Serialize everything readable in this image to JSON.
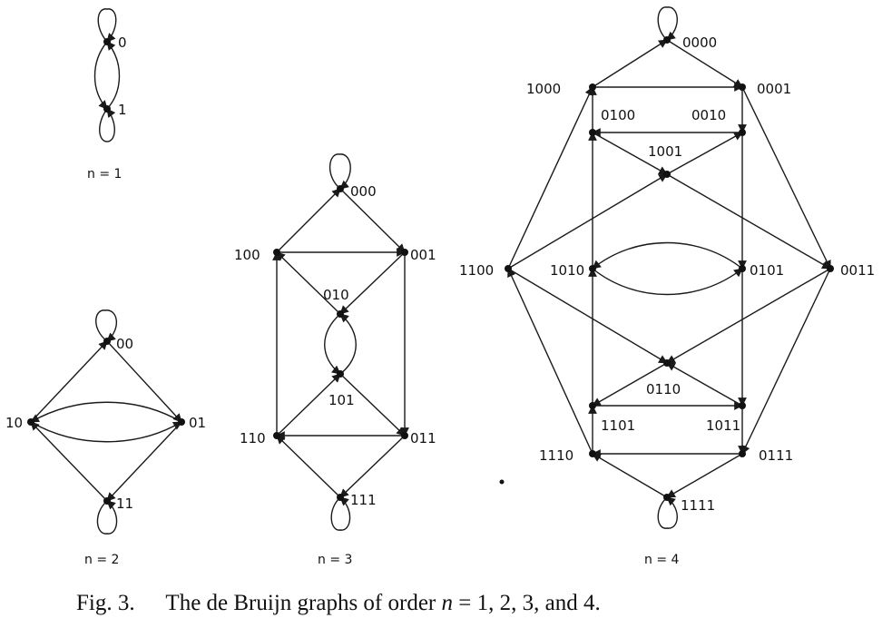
{
  "figure": {
    "caption_prefix": "Fig. 3.",
    "caption_text_a": "The de Bruijn graphs of order ",
    "caption_var": "n",
    "caption_text_b": " = 1, 2, 3, and 4."
  },
  "graphs": [
    {
      "order_label": "n = 1",
      "nodes": [
        {
          "id": "0"
        },
        {
          "id": "1"
        }
      ]
    },
    {
      "order_label": "n = 2",
      "nodes": [
        {
          "id": "00"
        },
        {
          "id": "01"
        },
        {
          "id": "10"
        },
        {
          "id": "11"
        }
      ]
    },
    {
      "order_label": "n = 3",
      "nodes": [
        {
          "id": "000"
        },
        {
          "id": "001"
        },
        {
          "id": "100"
        },
        {
          "id": "010"
        },
        {
          "id": "101"
        },
        {
          "id": "110"
        },
        {
          "id": "011"
        },
        {
          "id": "111"
        }
      ]
    },
    {
      "order_label": "n = 4",
      "nodes": [
        {
          "id": "0000"
        },
        {
          "id": "1000"
        },
        {
          "id": "0001"
        },
        {
          "id": "0100"
        },
        {
          "id": "0010"
        },
        {
          "id": "1001"
        },
        {
          "id": "1100"
        },
        {
          "id": "1010"
        },
        {
          "id": "0101"
        },
        {
          "id": "0011"
        },
        {
          "id": "0110"
        },
        {
          "id": "1101"
        },
        {
          "id": "1011"
        },
        {
          "id": "1110"
        },
        {
          "id": "0111"
        },
        {
          "id": "1111"
        }
      ]
    }
  ]
}
